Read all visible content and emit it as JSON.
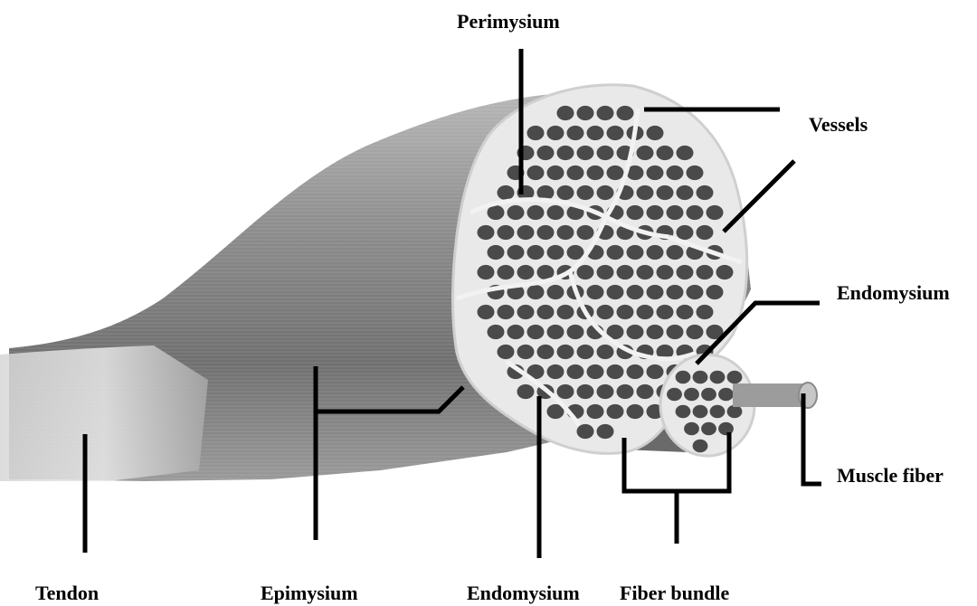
{
  "labels": {
    "perimysium": "Perimysium",
    "vessels": "Vessels",
    "endomysium_right": "Endomysium",
    "muscle_fiber": "Muscle fiber",
    "tendon": "Tendon",
    "epimysium": "Epimysium",
    "endomysium_bottom": "Endomysium",
    "fiber_bundle": "Fiber bundle"
  }
}
